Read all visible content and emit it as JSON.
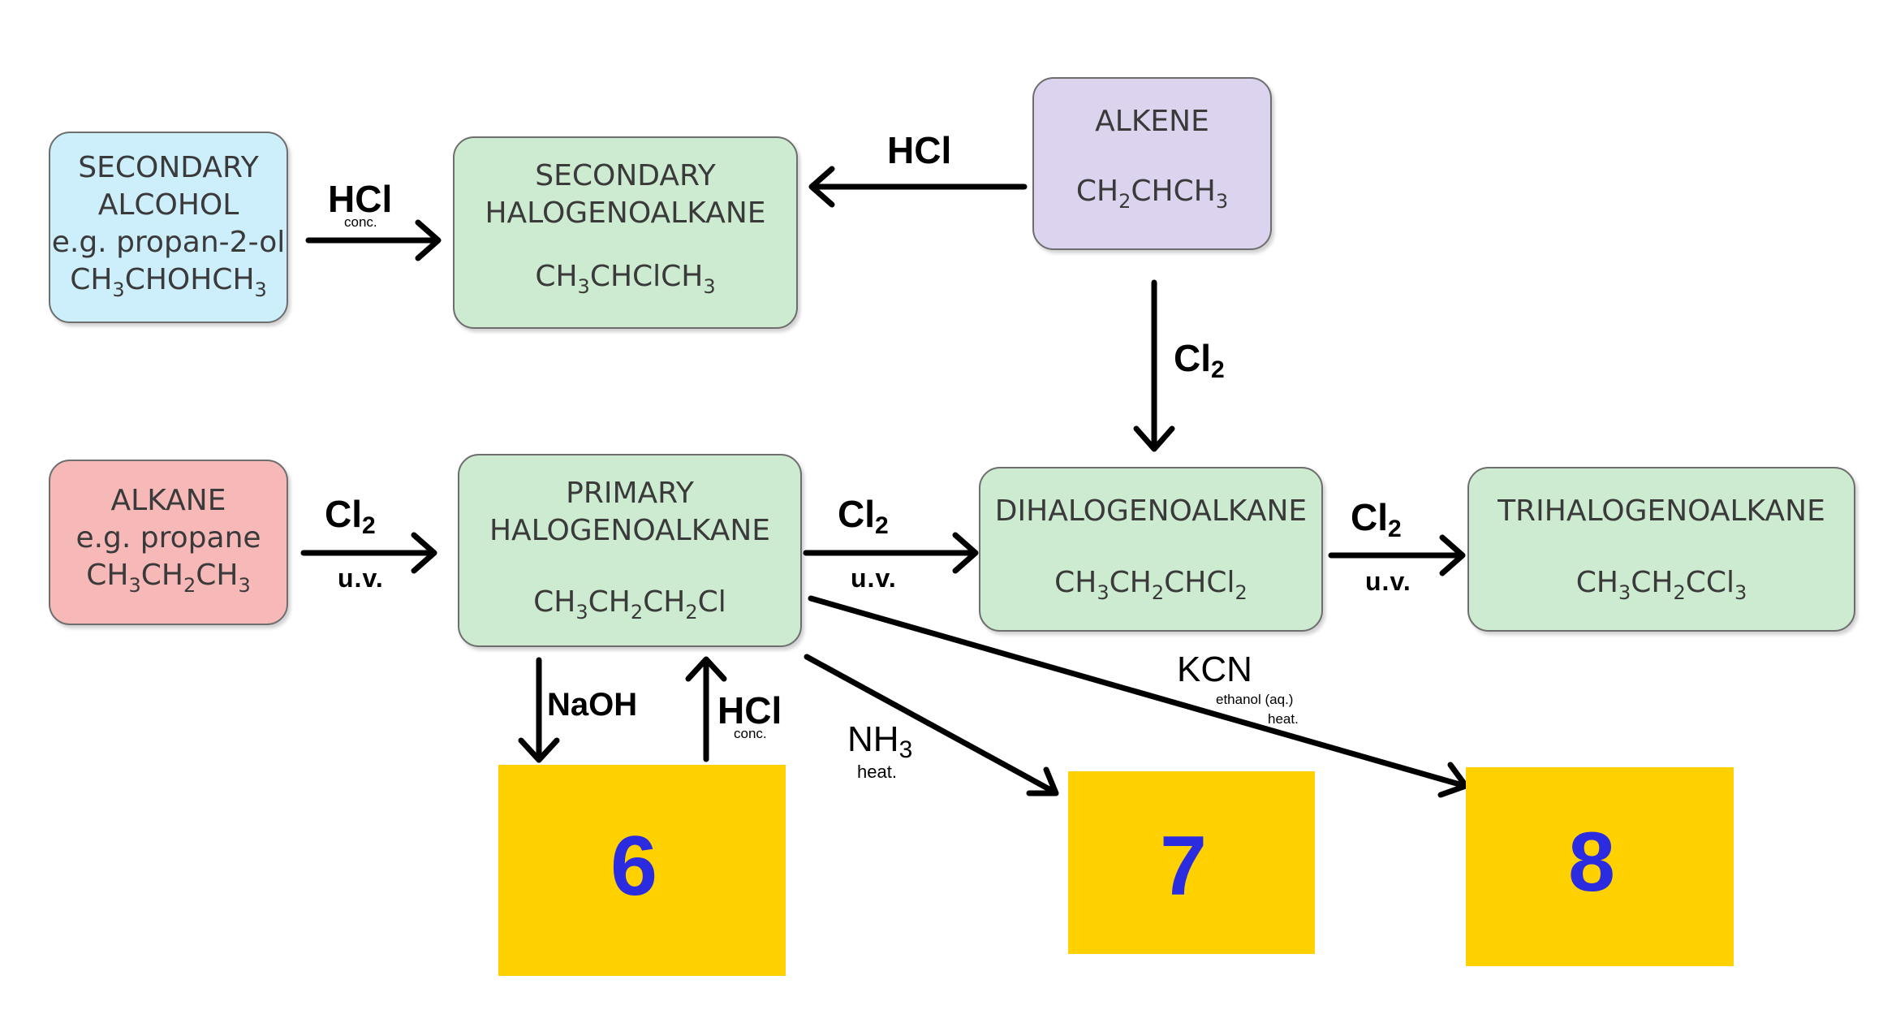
{
  "boxes": {
    "secondary_alcohol": {
      "lines": [
        "SECONDARY",
        "ALCOHOL",
        "e.g. propan-2-ol"
      ],
      "formula": [
        "CH",
        "3",
        "CHOHCH",
        "3"
      ]
    },
    "secondary_halogenoalkane": {
      "lines": [
        "SECONDARY",
        "HALOGENOALKANE"
      ],
      "formula": [
        "CH",
        "3",
        "CHClCH",
        "3"
      ]
    },
    "alkene": {
      "lines": [
        "ALKENE"
      ],
      "formula": [
        "CH",
        "2",
        "CHCH",
        "3"
      ]
    },
    "alkane": {
      "lines": [
        "ALKANE",
        "e.g. propane"
      ],
      "formula": [
        "CH",
        "3",
        "CH",
        "2",
        "CH",
        "3"
      ]
    },
    "primary_halogenoalkane": {
      "lines": [
        "PRIMARY",
        "HALOGENOALKANE"
      ],
      "formula": [
        "CH",
        "3",
        "CH",
        "2",
        "CH",
        "2",
        "Cl"
      ]
    },
    "dihalogenoalkane": {
      "lines": [
        "DIHALOGENOALKANE"
      ],
      "formula": [
        "CH",
        "3",
        "CH",
        "2",
        "CHCl",
        "2"
      ]
    },
    "trihalogenoalkane": {
      "lines": [
        "TRIHALOGENOALKANE"
      ],
      "formula": [
        "CH",
        "3",
        "CH",
        "2",
        "CCl",
        "3"
      ]
    }
  },
  "reagents": {
    "hcl_alcohol": {
      "main": "HCl",
      "cond": "conc."
    },
    "hcl_alkene": {
      "main": "HCl"
    },
    "cl2_alkene": {
      "main": "Cl",
      "sub": "2"
    },
    "cl2_alkane": {
      "main": "Cl",
      "sub": "2",
      "cond": "u.v."
    },
    "cl2_primary": {
      "main": "Cl",
      "sub": "2",
      "cond": "u.v."
    },
    "cl2_di": {
      "main": "Cl",
      "sub": "2",
      "cond": "u.v."
    },
    "naoh": {
      "main": "NaOH"
    },
    "hcl_back": {
      "main": "HCl",
      "cond": "conc."
    },
    "nh3": {
      "main": "NH",
      "sub": "3",
      "cond": "heat."
    },
    "kcn": {
      "main": "KCN",
      "cond1": "ethanol (aq.)",
      "cond2": "heat."
    }
  },
  "answers": {
    "box6": "6",
    "box7": "7",
    "box8": "8"
  },
  "colors": {
    "alcohol_box": "#cdeefb",
    "halogenoalkane_box": "#cdebd0",
    "alkene_box": "#dcd3ef",
    "alkane_box": "#f7b8b8",
    "answer_box": "#ffd100",
    "answer_text": "#2b2be0"
  }
}
